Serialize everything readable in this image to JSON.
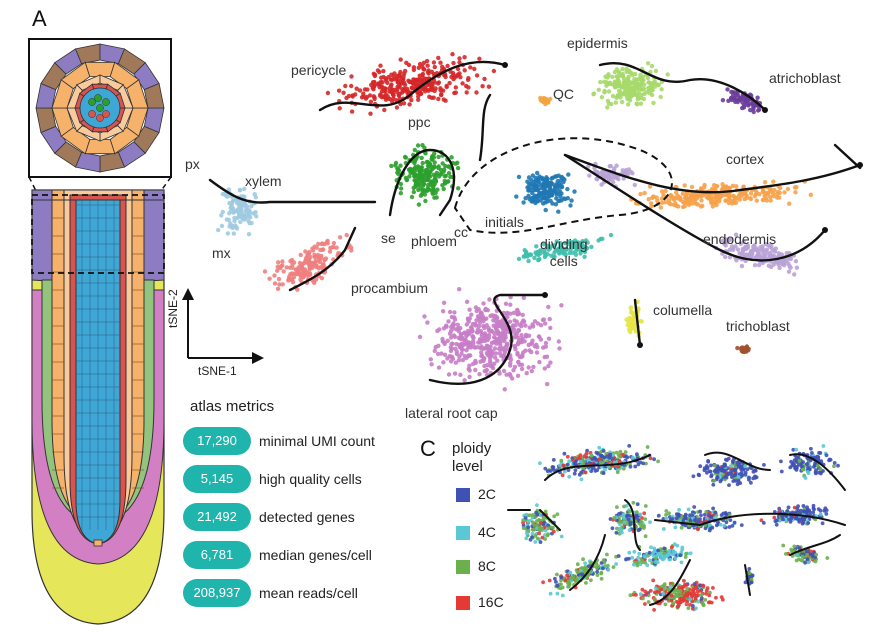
{
  "panels": {
    "a_letter": "A",
    "c_letter": "C"
  },
  "axes": {
    "x_label": "tSNE-1",
    "y_label": "tSNE-2"
  },
  "clusters": [
    {
      "id": "pericycle",
      "label": "pericycle",
      "color": "#d62728"
    },
    {
      "id": "epidermis",
      "label": "epidermis",
      "color": "#a6d96a"
    },
    {
      "id": "atrichoblast",
      "label": "atrichoblast",
      "color": "#6a3d9a"
    },
    {
      "id": "qc",
      "label": "QC",
      "color": "#f4a340"
    },
    {
      "id": "ppc",
      "label": "ppc",
      "color": "#2ca02c"
    },
    {
      "id": "px",
      "label": "px",
      "color": "#9ecae1"
    },
    {
      "id": "xylem",
      "label": "xylem",
      "color": "#9ecae1"
    },
    {
      "id": "mx",
      "label": "mx",
      "color": "#9ecae1"
    },
    {
      "id": "se",
      "label": "se",
      "color": "#2ca02c"
    },
    {
      "id": "phloem",
      "label": "phloem",
      "color": "#2ca02c"
    },
    {
      "id": "cc",
      "label": "cc",
      "color": "#2ca02c"
    },
    {
      "id": "initials",
      "label": "initials",
      "color": "#1f78b4"
    },
    {
      "id": "dividing_cells",
      "label": "dividing\ncells",
      "color": "#3fbfad"
    },
    {
      "id": "cortex",
      "label": "cortex",
      "color": "#f6a24a"
    },
    {
      "id": "endodermis",
      "label": "endodermis",
      "color": "#b9a2d6"
    },
    {
      "id": "procambium",
      "label": "procambium",
      "color": "#f08080"
    },
    {
      "id": "columella",
      "label": "columella",
      "color": "#e5e54a"
    },
    {
      "id": "trichoblast",
      "label": "trichoblast",
      "color": "#a0522d"
    },
    {
      "id": "lateral_root_cap",
      "label": "lateral root cap",
      "color": "#c77dc7"
    }
  ],
  "metrics": {
    "title": "atlas metrics",
    "items": [
      {
        "value": "17,290",
        "label": "minimal UMI count"
      },
      {
        "value": "5,145",
        "label": "high quality cells"
      },
      {
        "value": "21,492",
        "label": "detected genes"
      },
      {
        "value": "6,781",
        "label": "median genes/cell"
      },
      {
        "value": "208,937",
        "label": "mean reads/cell"
      }
    ]
  },
  "ploidy": {
    "title_line1": "ploidy",
    "title_line2": "level",
    "levels": [
      {
        "label": "2C",
        "color": "#3f51b5"
      },
      {
        "label": "4C",
        "color": "#5bc8d6"
      },
      {
        "label": "8C",
        "color": "#6ab04c"
      },
      {
        "label": "16C",
        "color": "#e53935"
      }
    ]
  },
  "root_colors": {
    "purple": "#8e7cc3",
    "tan": "#a0785a",
    "orange": "#f6b26b",
    "blue": "#3fa7d6",
    "red": "#d9534f",
    "green": "#93c47d",
    "pink": "#d37fc4",
    "yellow": "#e6e65a",
    "light_orange": "#f9cb9c"
  }
}
